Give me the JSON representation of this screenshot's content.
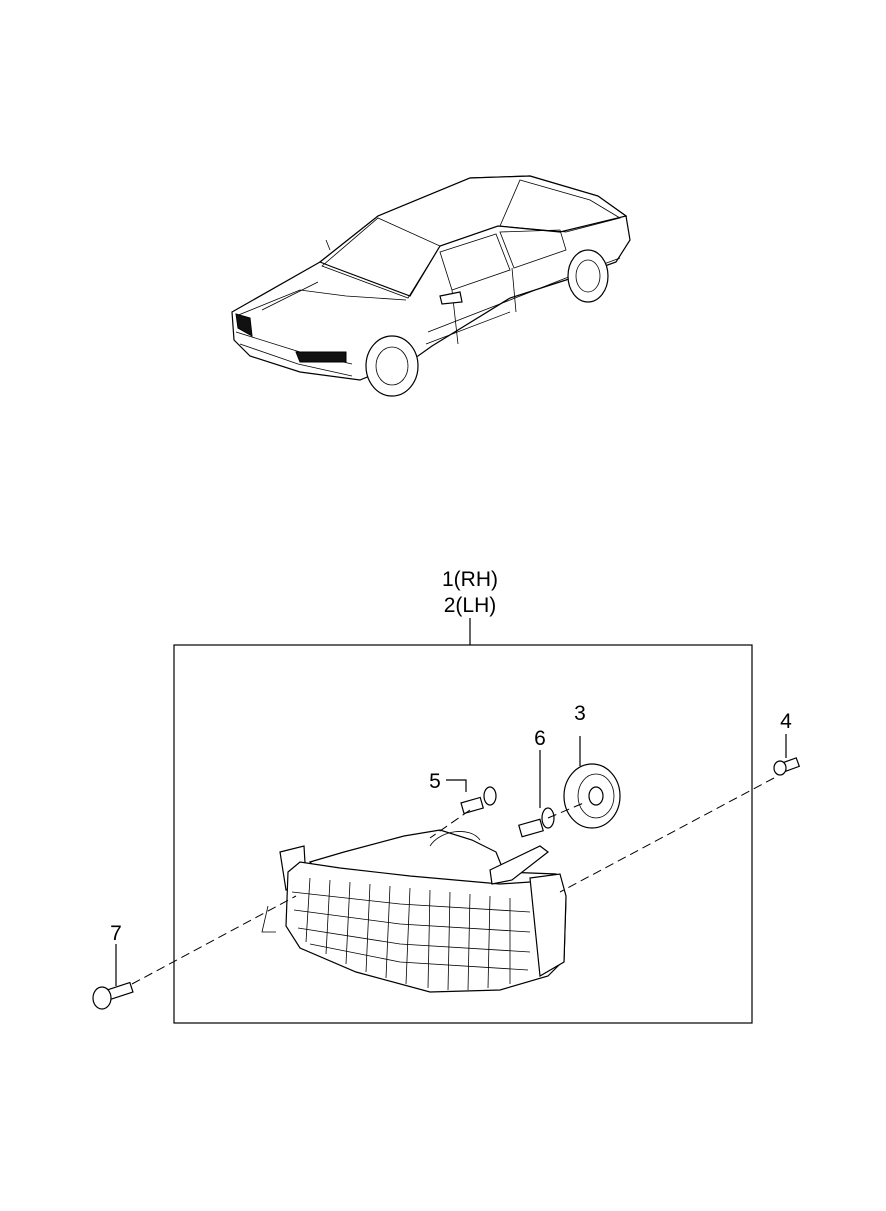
{
  "callouts": {
    "assembly_rh": "1(RH)",
    "assembly_lh": "2(LH)",
    "part_3": "3",
    "part_4": "4",
    "part_5": "5",
    "part_6": "6",
    "part_7": "7"
  }
}
